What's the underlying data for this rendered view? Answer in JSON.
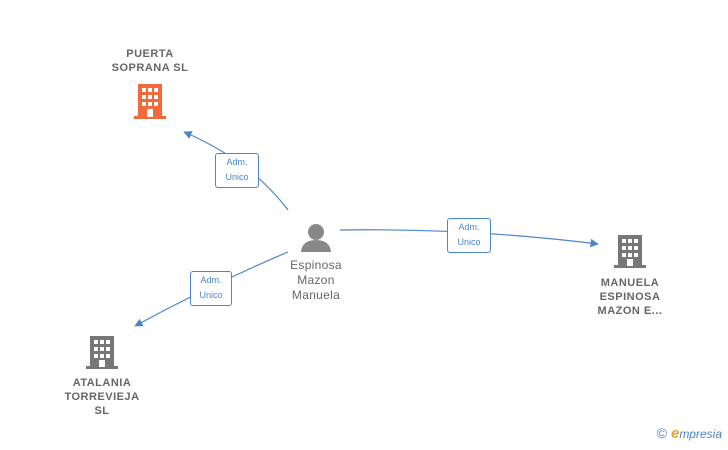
{
  "nodes": {
    "puerta": {
      "label": "PUERTA\nSOPRANA SL",
      "kind": "company-highlight",
      "color": "#f26a3c"
    },
    "person": {
      "label": "Espinosa\nMazon\nManuela",
      "kind": "person",
      "color": "#888888"
    },
    "manuela": {
      "label": "MANUELA\nESPINOSA\nMAZON E...",
      "kind": "company",
      "color": "#777777"
    },
    "atalania": {
      "label": "ATALANIA\nTORREVIEJA\nSL",
      "kind": "company",
      "color": "#777777"
    }
  },
  "edges": [
    {
      "from": "person",
      "to": "puerta",
      "role_line1": "Adm.",
      "role_line2": "Unico"
    },
    {
      "from": "person",
      "to": "manuela",
      "role_line1": "Adm.",
      "role_line2": "Unico"
    },
    {
      "from": "person",
      "to": "atalania",
      "role_line1": "Adm.",
      "role_line2": "Unico"
    }
  ],
  "edge_color": "#4a86c8",
  "brand": {
    "copyright": "©",
    "name_initial": "e",
    "name_rest": "mpresia"
  }
}
